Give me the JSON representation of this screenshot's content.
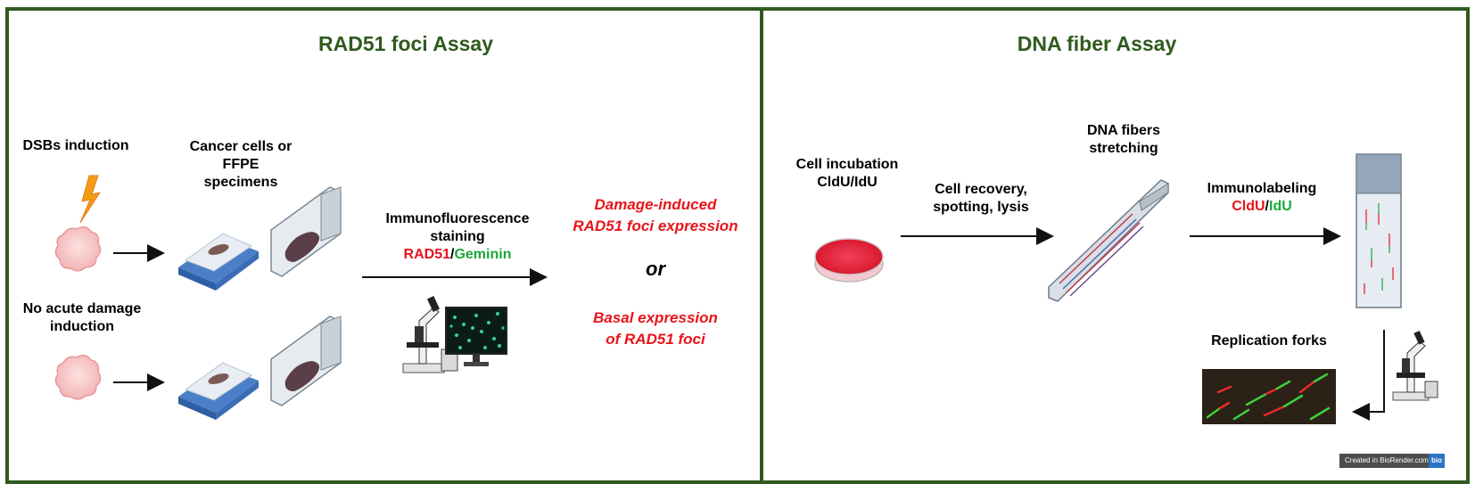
{
  "left_panel": {
    "title": "RAD51 foci Assay",
    "dsb_label": "DSBs induction",
    "no_damage_line1": "No acute damage",
    "no_damage_line2": "induction",
    "cancer_line1": "Cancer cells or",
    "cancer_line2": "FFPE",
    "cancer_line3": "specimens",
    "if_line1": "Immunofluorescence",
    "if_line2": "staining",
    "if_rad51": "RAD51",
    "if_sep": "/",
    "if_geminin": "Geminin",
    "outcome1_line1": "Damage-induced",
    "outcome1_line2": "RAD51 foci expression",
    "or": "or",
    "outcome2_line1": "Basal expression",
    "outcome2_line2": "of RAD51 foci"
  },
  "right_panel": {
    "title": "DNA fiber Assay",
    "incubation_line1": "Cell incubation",
    "incubation_line2": "CldU/IdU",
    "recovery_line1": "Cell recovery,",
    "recovery_line2": "spotting, lysis",
    "fibers_line1": "DNA fibers",
    "fibers_line2": "stretching",
    "immuno_line1": "Immunolabeling",
    "immuno_cldu": "CldU",
    "immuno_sep": "/",
    "immuno_idu": "IdU",
    "forks_label": "Replication forks"
  },
  "watermark": {
    "text": "Created in BioRender.com",
    "badge": "bio"
  },
  "colors": {
    "border": "#2f5a1e",
    "red": "#e8141b",
    "green": "#1aa83a"
  }
}
